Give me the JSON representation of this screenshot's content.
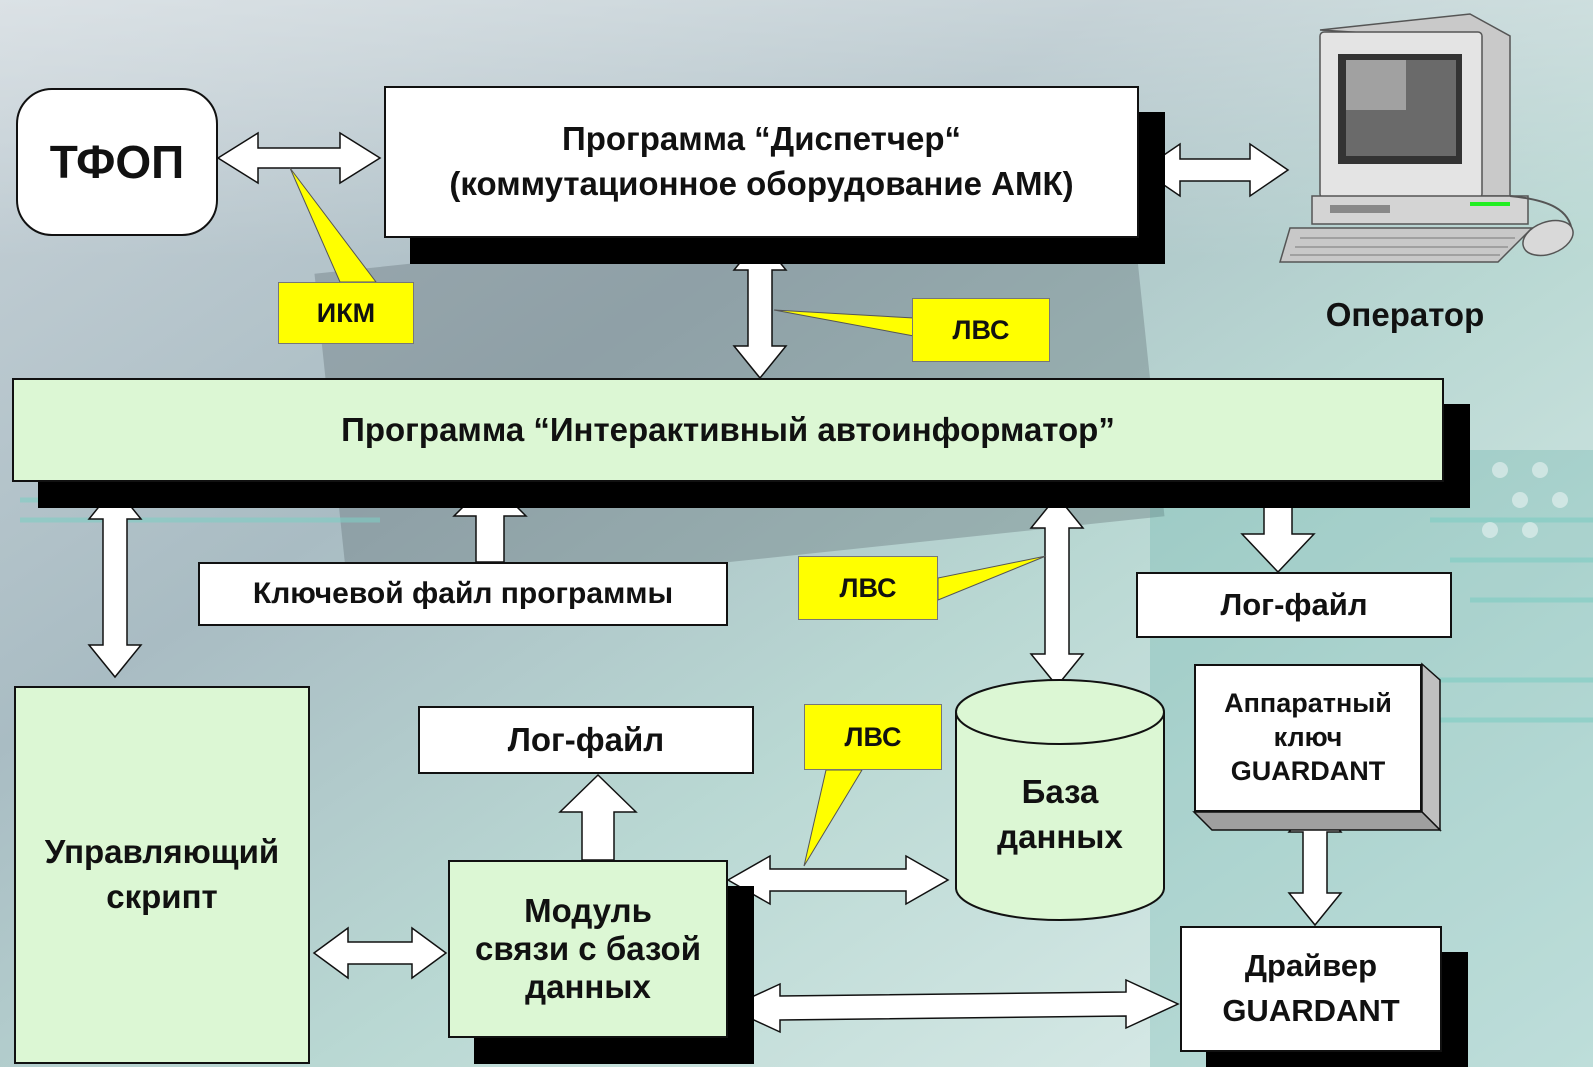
{
  "nodes": {
    "tfop": "ТФОП",
    "dispatcher": "Программа “Диспетчер“\n(коммутационное оборудование АМК)",
    "operator": "Оператор",
    "autoinformer": "Программа “Интерактивный автоинформатор”",
    "key_file": "Ключевой файл программы",
    "log_file_right": "Лог-файл",
    "log_file_mid": "Лог-файл",
    "control_script": "Управляющий\nскрипт",
    "db_module": "Модуль\nсвязи с базой\nданных",
    "database": "База\nданных",
    "hw_key": "Аппаратный\nключ\nGUARDANT",
    "driver": "Драйвер\nGUARDANT"
  },
  "callouts": {
    "ikm": "ИКМ",
    "lan_top": "ЛВС",
    "lan_mid": "ЛВС",
    "lan_bottom": "ЛВС"
  },
  "colors": {
    "box_green": "#dcf7d4",
    "callout_yellow": "#ffff00",
    "shadow": "#000000"
  }
}
